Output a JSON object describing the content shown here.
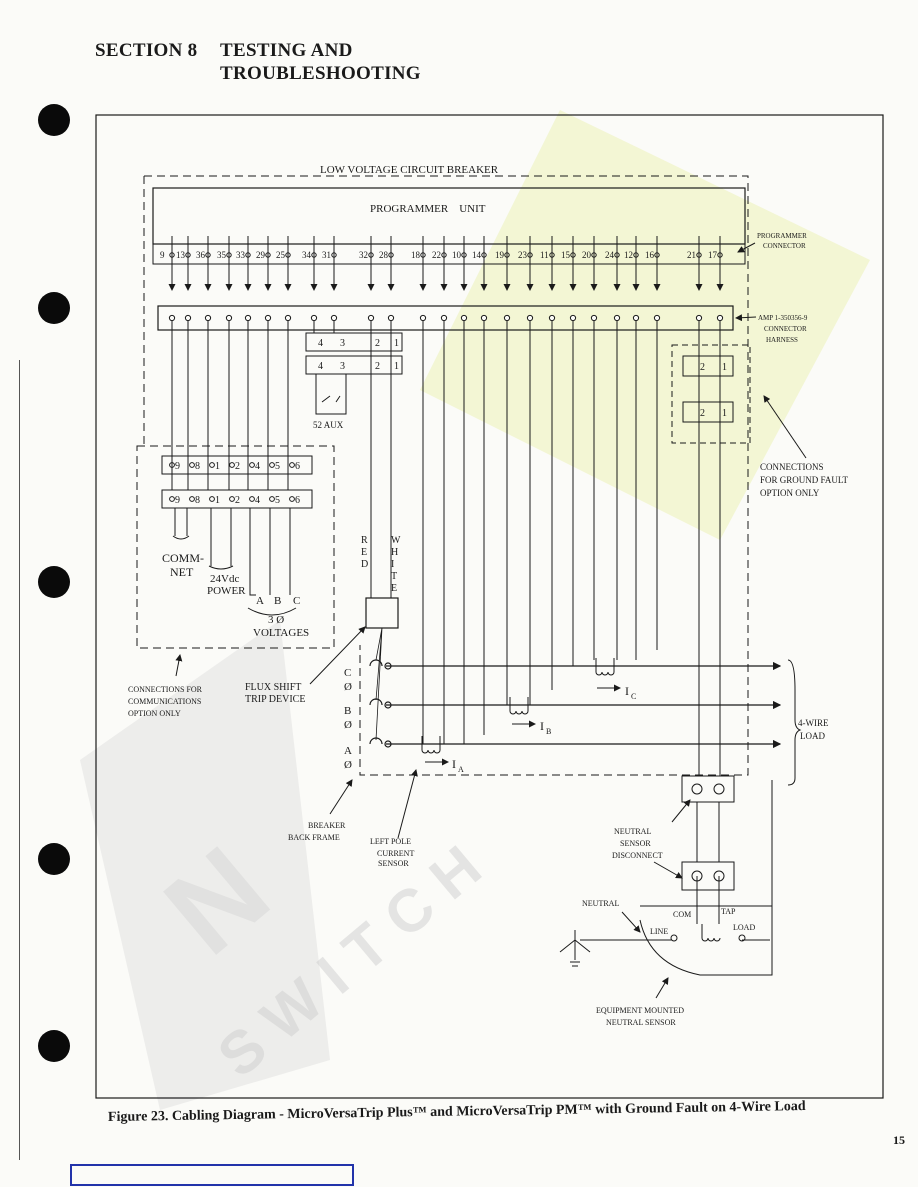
{
  "section": {
    "number_label": "SECTION 8",
    "title_line1": "TESTING AND",
    "title_line2": "TROUBLESHOOTING"
  },
  "diagram": {
    "breaker_label": "LOW VOLTAGE CIRCUIT BREAKER",
    "programmer_unit": "PROGRAMMER    UNIT",
    "programmer_connector": [
      "PROGRAMMER",
      "CONNECTOR"
    ],
    "amp_harness": [
      "AMP 1-350356-9",
      "CONNECTOR",
      "HARNESS"
    ],
    "pins_top": [
      "9",
      "13",
      "36",
      "35",
      "33",
      "29",
      "25",
      "34",
      "31",
      "32",
      "28",
      "18",
      "22",
      "10",
      "14",
      "19",
      "23",
      "11",
      "15",
      "20",
      "24",
      "12",
      "16",
      "21",
      "17"
    ],
    "aux_pins": [
      "4",
      "3",
      "2",
      "1"
    ],
    "aux_label": "52 AUX",
    "gf_pins": [
      "2",
      "1"
    ],
    "gf_connections": [
      "CONNECTIONS",
      "FOR GROUND FAULT",
      "OPTION ONLY"
    ],
    "comm_pins": [
      "9",
      "8",
      "1",
      "2",
      "4",
      "5",
      "6"
    ],
    "commnet": [
      "COMM-",
      "NET"
    ],
    "power": [
      "24Vdc",
      "POWER"
    ],
    "phase_letters": [
      "A",
      "B",
      "C"
    ],
    "voltages": [
      "3 Ø",
      "VOLTAGES"
    ],
    "red_label": [
      "R",
      "E",
      "D"
    ],
    "white_label": [
      "W",
      "H",
      "I",
      "T",
      "E"
    ],
    "comm_connections": [
      "CONNECTIONS FOR",
      "COMMUNICATIONS",
      "OPTION ONLY"
    ],
    "flux_shift": [
      "FLUX SHIFT",
      "TRIP DEVICE"
    ],
    "phase_c": [
      "C",
      "Ø"
    ],
    "phase_b": [
      "B",
      "Ø"
    ],
    "phase_a": [
      "A",
      "Ø"
    ],
    "current_c": "I",
    "current_c_sub": "C",
    "current_b": "I",
    "current_b_sub": "B",
    "current_a": "I",
    "current_a_sub": "A",
    "load": [
      "4-WIRE",
      "LOAD"
    ],
    "back_frame": [
      "BREAKER",
      "BACK FRAME"
    ],
    "left_pole": [
      "LEFT POLE",
      "CURRENT",
      "SENSOR"
    ],
    "neutral_disconnect": [
      "NEUTRAL",
      "SENSOR",
      "DISCONNECT"
    ],
    "neutral": "NEUTRAL",
    "com": "COM",
    "tap": "TAP",
    "line": "LINE",
    "load_terminal": "LOAD",
    "equipment_sensor": [
      "EQUIPMENT MOUNTED",
      "NEUTRAL SENSOR"
    ]
  },
  "caption": "Figure 23. Cabling Diagram - MicroVersaTrip Plus™ and MicroVersaTrip PM™ with Ground Fault on 4-Wire Load",
  "page_number": "15"
}
